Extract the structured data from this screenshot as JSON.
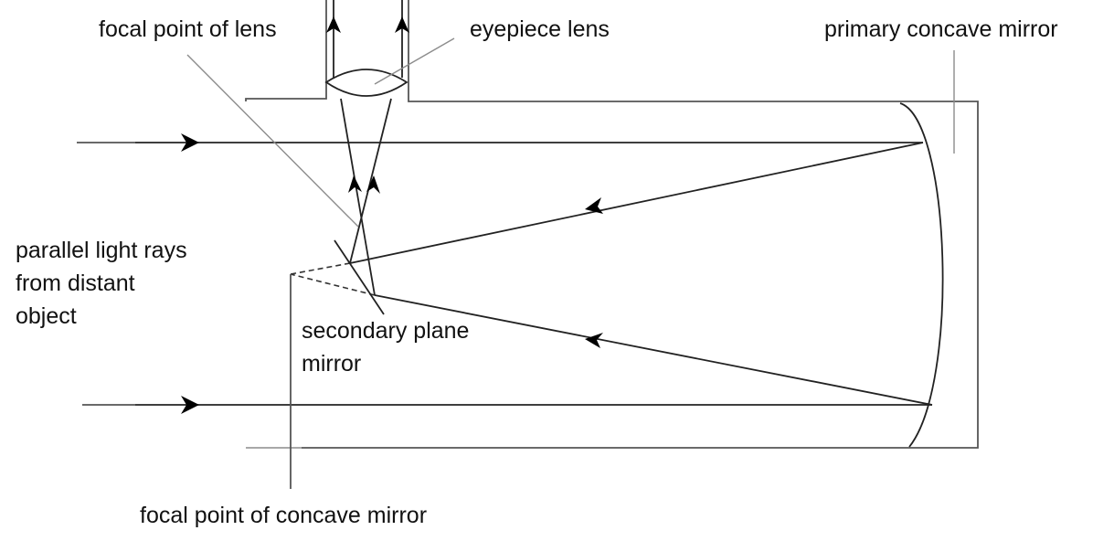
{
  "diagram": {
    "title": "Newtonian reflecting telescope",
    "colors": {
      "ink": "#222222",
      "tube": "#555555",
      "leader": "#8c8c8c",
      "text": "#111111",
      "background": "#ffffff"
    },
    "labels": {
      "focal_point_lens": "focal point of lens",
      "eyepiece_lens": "eyepiece lens",
      "primary_mirror": "primary concave mirror",
      "parallel_rays": [
        "parallel light rays",
        "from distant",
        "object"
      ],
      "secondary_mirror": [
        "secondary plane",
        "mirror"
      ],
      "focal_point_mirror": "focal point of concave mirror"
    },
    "components": [
      {
        "name": "telescope-tube",
        "description": "open-ended cylindrical tube"
      },
      {
        "name": "eyepiece-tube",
        "description": "side-mounted eyepiece draw tube"
      },
      {
        "name": "eyepiece-lens",
        "description": "biconvex converging lens"
      },
      {
        "name": "primary-concave-mirror",
        "description": "curved mirror at closed end of tube"
      },
      {
        "name": "secondary-plane-mirror",
        "description": "flat mirror at 45 degrees"
      }
    ],
    "ray_directions": {
      "incoming": "left-to-right",
      "reflected_from_primary": "right-to-left",
      "exiting_eyepiece": "upward"
    }
  }
}
